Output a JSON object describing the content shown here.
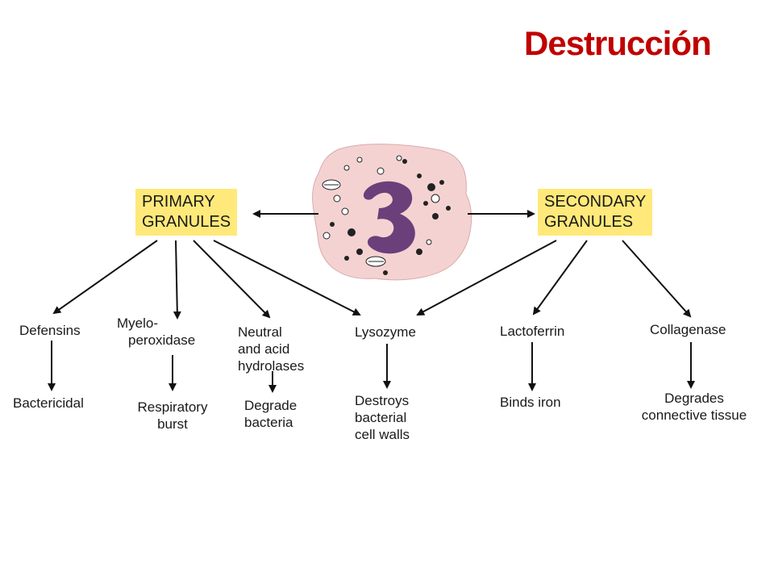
{
  "title": "Destrucción",
  "cell": {
    "nucleus_label": "3"
  },
  "primary_granules": {
    "line1": "PRIMARY",
    "line2": "GRANULES"
  },
  "secondary_granules": {
    "line1": "SECONDARY",
    "line2": "GRANULES"
  },
  "enzymes": {
    "defensins": "Defensins",
    "myeloperoxidase": [
      "Myelo-",
      "peroxidase"
    ],
    "neutral_acid_hydrolases": [
      "Neutral",
      "and acid",
      "hydrolases"
    ],
    "lysozyme": "Lysozyme",
    "lactoferrin": "Lactoferrin",
    "collagenase": "Collagenase"
  },
  "effects": {
    "bactericidal": "Bactericidal",
    "respiratory_burst": [
      "Respiratory",
      "burst"
    ],
    "degrade_bacteria": [
      "Degrade",
      "bacteria"
    ],
    "destroys_cell_walls": [
      "Destroys",
      "bacterial",
      "cell walls"
    ],
    "binds_iron": "Binds iron",
    "degrades_connective": [
      "Degrades",
      "connective tissue"
    ]
  },
  "colors": {
    "title": "#c00000",
    "granule_box": "#ffe97a",
    "cytoplasm": "#f5d2d2",
    "nucleus": "#6b3f7a"
  }
}
